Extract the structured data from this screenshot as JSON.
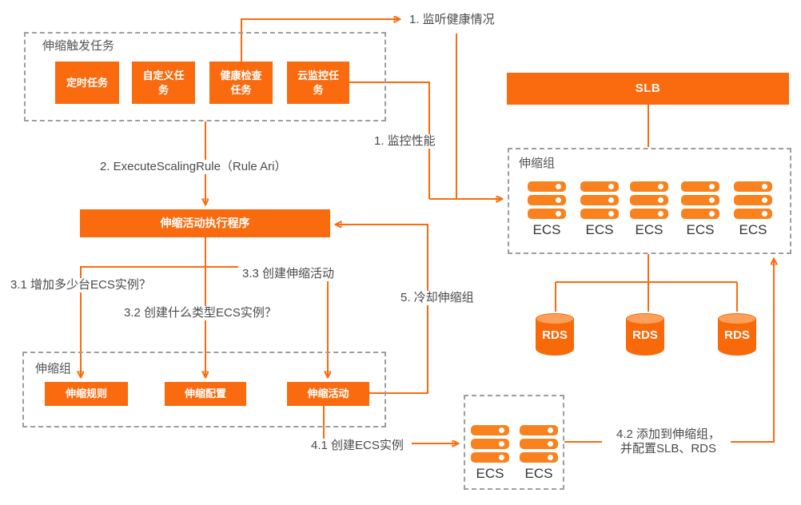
{
  "colors": {
    "box_orange": "#F96B0E",
    "icon_orange": "#F9811E",
    "line_orange": "#F96B0E",
    "rds_top_orange": "#FBA05B",
    "dash_gray": "#9e9e9e",
    "text_gray": "#4a4a4a"
  },
  "trigger_group": {
    "title": "伸缩触发任务",
    "tasks": [
      {
        "label": "定时任务"
      },
      {
        "label": "自定义任\n务"
      },
      {
        "label": "健康检查\n任务"
      },
      {
        "label": "云监控任\n务"
      }
    ]
  },
  "slb": {
    "label": "SLB"
  },
  "scaling_group_right": {
    "title": "伸缩组",
    "ecs_label": "ECS"
  },
  "rds": {
    "label": "RDS"
  },
  "executor": {
    "label": "伸缩活动执行程序"
  },
  "scaling_group_left": {
    "title": "伸缩组",
    "items": [
      {
        "label": "伸缩规则"
      },
      {
        "label": "伸缩配置"
      },
      {
        "label": "伸缩活动"
      }
    ]
  },
  "ecs_group_bottom": {
    "ecs_label": "ECS"
  },
  "annotations": {
    "listen_health": "1. 监听健康情况",
    "monitor_perf": "1. 监控性能",
    "execute_rule": "2. ExecuteScalingRule（Rule Ari）",
    "q_how_many": "3.1 增加多少台ECS实例？",
    "q_what_type": "3.2 创建什么类型ECS实例？",
    "create_activity": "3.3 创建伸缩活动",
    "create_ecs": "4.1 创建ECS实例",
    "add_to_group": "4.2 添加到伸缩组，\n并配置SLB、RDS",
    "cooldown": "5. 冷却伸缩组"
  }
}
